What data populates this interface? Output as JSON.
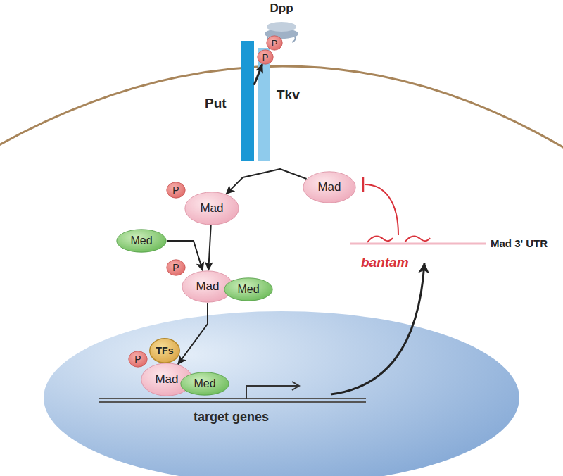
{
  "diagram": {
    "nodes": [
      {
        "text": [
          "Dpp"
        ]
      },
      {
        "text": [
          "Put"
        ]
      },
      {
        "text": [
          "Tkv"
        ]
      },
      {
        "text": [
          "P"
        ]
      },
      {
        "text": [
          "P"
        ]
      },
      {
        "text": [
          "Mad"
        ]
      },
      {
        "text": [
          "Mad"
        ]
      },
      {
        "text": [
          "P"
        ]
      },
      {
        "text": [
          "Med"
        ]
      },
      {
        "text": [
          "Mad"
        ]
      },
      {
        "text": [
          "Med"
        ]
      },
      {
        "text": [
          "P"
        ]
      },
      {
        "text": [
          "target genes"
        ]
      },
      {
        "text": [
          "Mad"
        ],
        "in": 12
      },
      {
        "text": [
          "Med"
        ],
        "in": 12
      },
      {
        "text": [
          "TFs"
        ],
        "in": 12
      },
      {
        "text": [
          "P"
        ],
        "in": 12
      }
    ],
    "edges": [
      {
        "from": 1,
        "to": 4,
        "arrow": "to"
      },
      {
        "from": 5,
        "to": 6,
        "arrow": "to"
      },
      {
        "from": 6,
        "to": 9,
        "arrow": "to"
      },
      {
        "from": 8,
        "to": 9,
        "arrow": "to"
      },
      {
        "from": 9,
        "to": 13,
        "arrow": "to"
      }
    ],
    "labels": [
      "bantam",
      "Mad 3' UTR"
    ]
  }
}
